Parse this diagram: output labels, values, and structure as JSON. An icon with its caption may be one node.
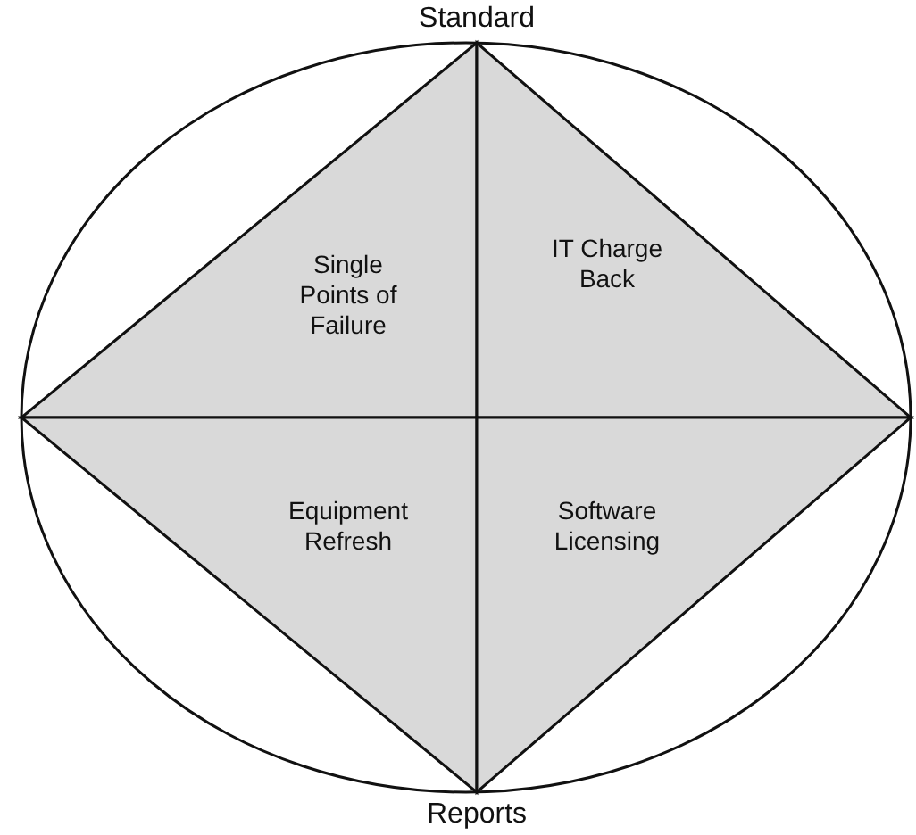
{
  "diagram": {
    "nodes": [
      {
        "text": [],
        "shape": "ellipse"
      },
      {
        "text": [
          "Single Points of Failure"
        ],
        "in": 0
      },
      {
        "text": [
          "IT Charge Back"
        ],
        "in": 0
      },
      {
        "text": [
          "Equipment Refresh"
        ],
        "in": 0
      },
      {
        "text": [
          "Software Licensing"
        ],
        "in": 0
      }
    ],
    "labels": [
      "Standard",
      "Reports"
    ]
  }
}
